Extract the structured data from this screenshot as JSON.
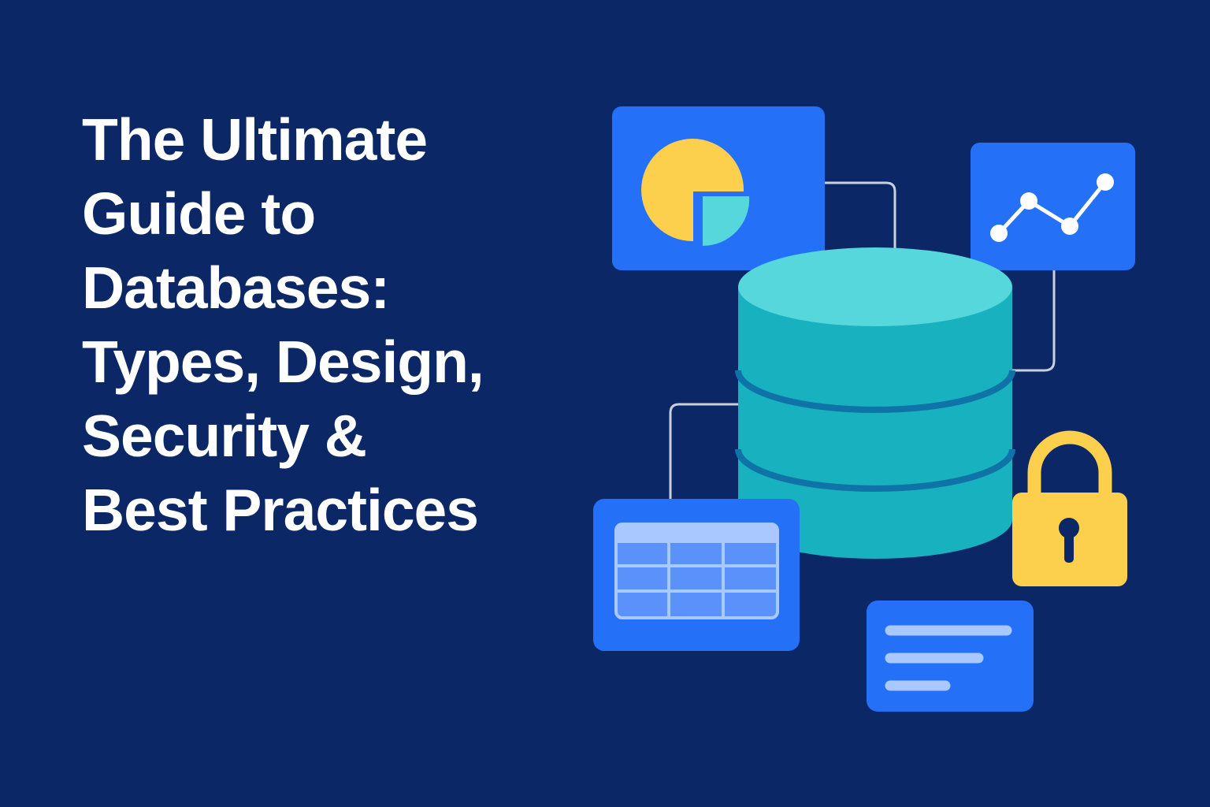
{
  "headline": {
    "lines": [
      "The Ultimate",
      "Guide to",
      "Databases:",
      "Types, Design,",
      "Security &",
      "Best Practices"
    ]
  },
  "colors": {
    "background": "#0b2766",
    "card_blue": "#2470f7",
    "cylinder_teal": "#17b1c0",
    "cylinder_top": "#55d7db",
    "cylinder_band": "#0f73a7",
    "accent_yellow": "#fccf4c",
    "pie_cyan": "#55d7db",
    "connector_gray": "#c8d0de",
    "table_light": "#a9c8ff",
    "table_cell": "#5b91fb",
    "text_line": "#a9c8ff"
  },
  "illustration": {
    "icons": [
      "database-icon",
      "pie-chart-icon",
      "line-chart-icon",
      "table-grid-icon",
      "padlock-icon",
      "document-lines-icon"
    ]
  }
}
